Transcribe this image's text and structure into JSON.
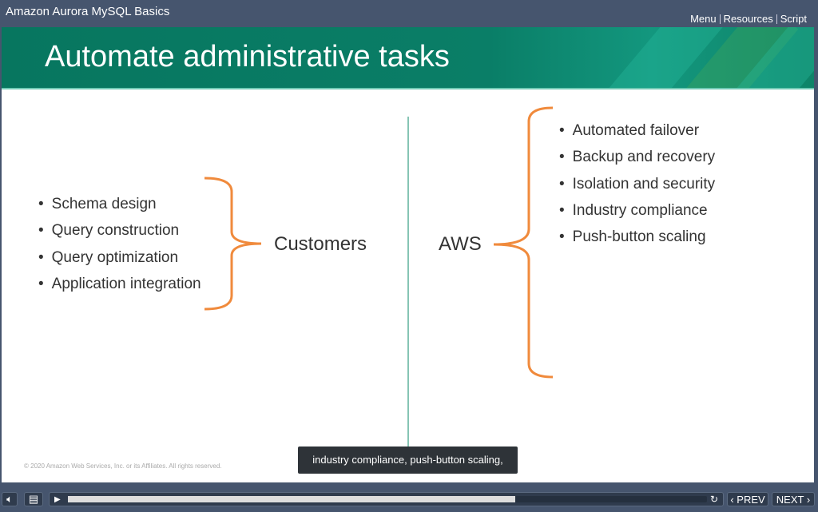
{
  "app_title": "Amazon Aurora MySQL Basics",
  "nav": [
    "Menu",
    "Resources",
    "Script"
  ],
  "slide": {
    "title": "Automate administrative tasks",
    "customers_label": "Customers",
    "customers_items": [
      "Schema design",
      "Query construction",
      "Query optimization",
      "Application integration"
    ],
    "aws_label": "AWS",
    "aws_items": [
      "Automated failover",
      "Backup and recovery",
      "Isolation and security",
      "Industry compliance",
      "Push-button scaling"
    ],
    "copyright": "© 2020 Amazon Web Services, Inc. or its Affiliates. All rights reserved.",
    "brace_color": "#f08a3c"
  },
  "caption": "industry compliance, push-button scaling,",
  "player": {
    "prev": "‹ PREV",
    "next": "NEXT ›",
    "progress_percent": 70
  }
}
